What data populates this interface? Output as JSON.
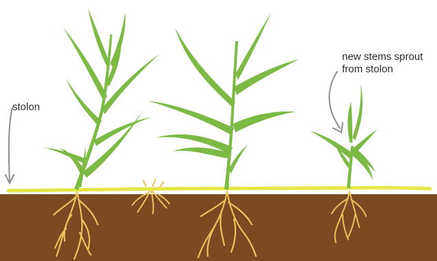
{
  "labels": {
    "stolon": "stolon",
    "sprout_line1": "new stems sprout",
    "sprout_line2": "from stolon"
  },
  "colors": {
    "soil": "#7a4a22",
    "leaf": "#7dba45",
    "stolon": "#e3e645",
    "root": "#e9c35c",
    "arrow": "#8c8c8c",
    "text": "#2b2b2b"
  }
}
